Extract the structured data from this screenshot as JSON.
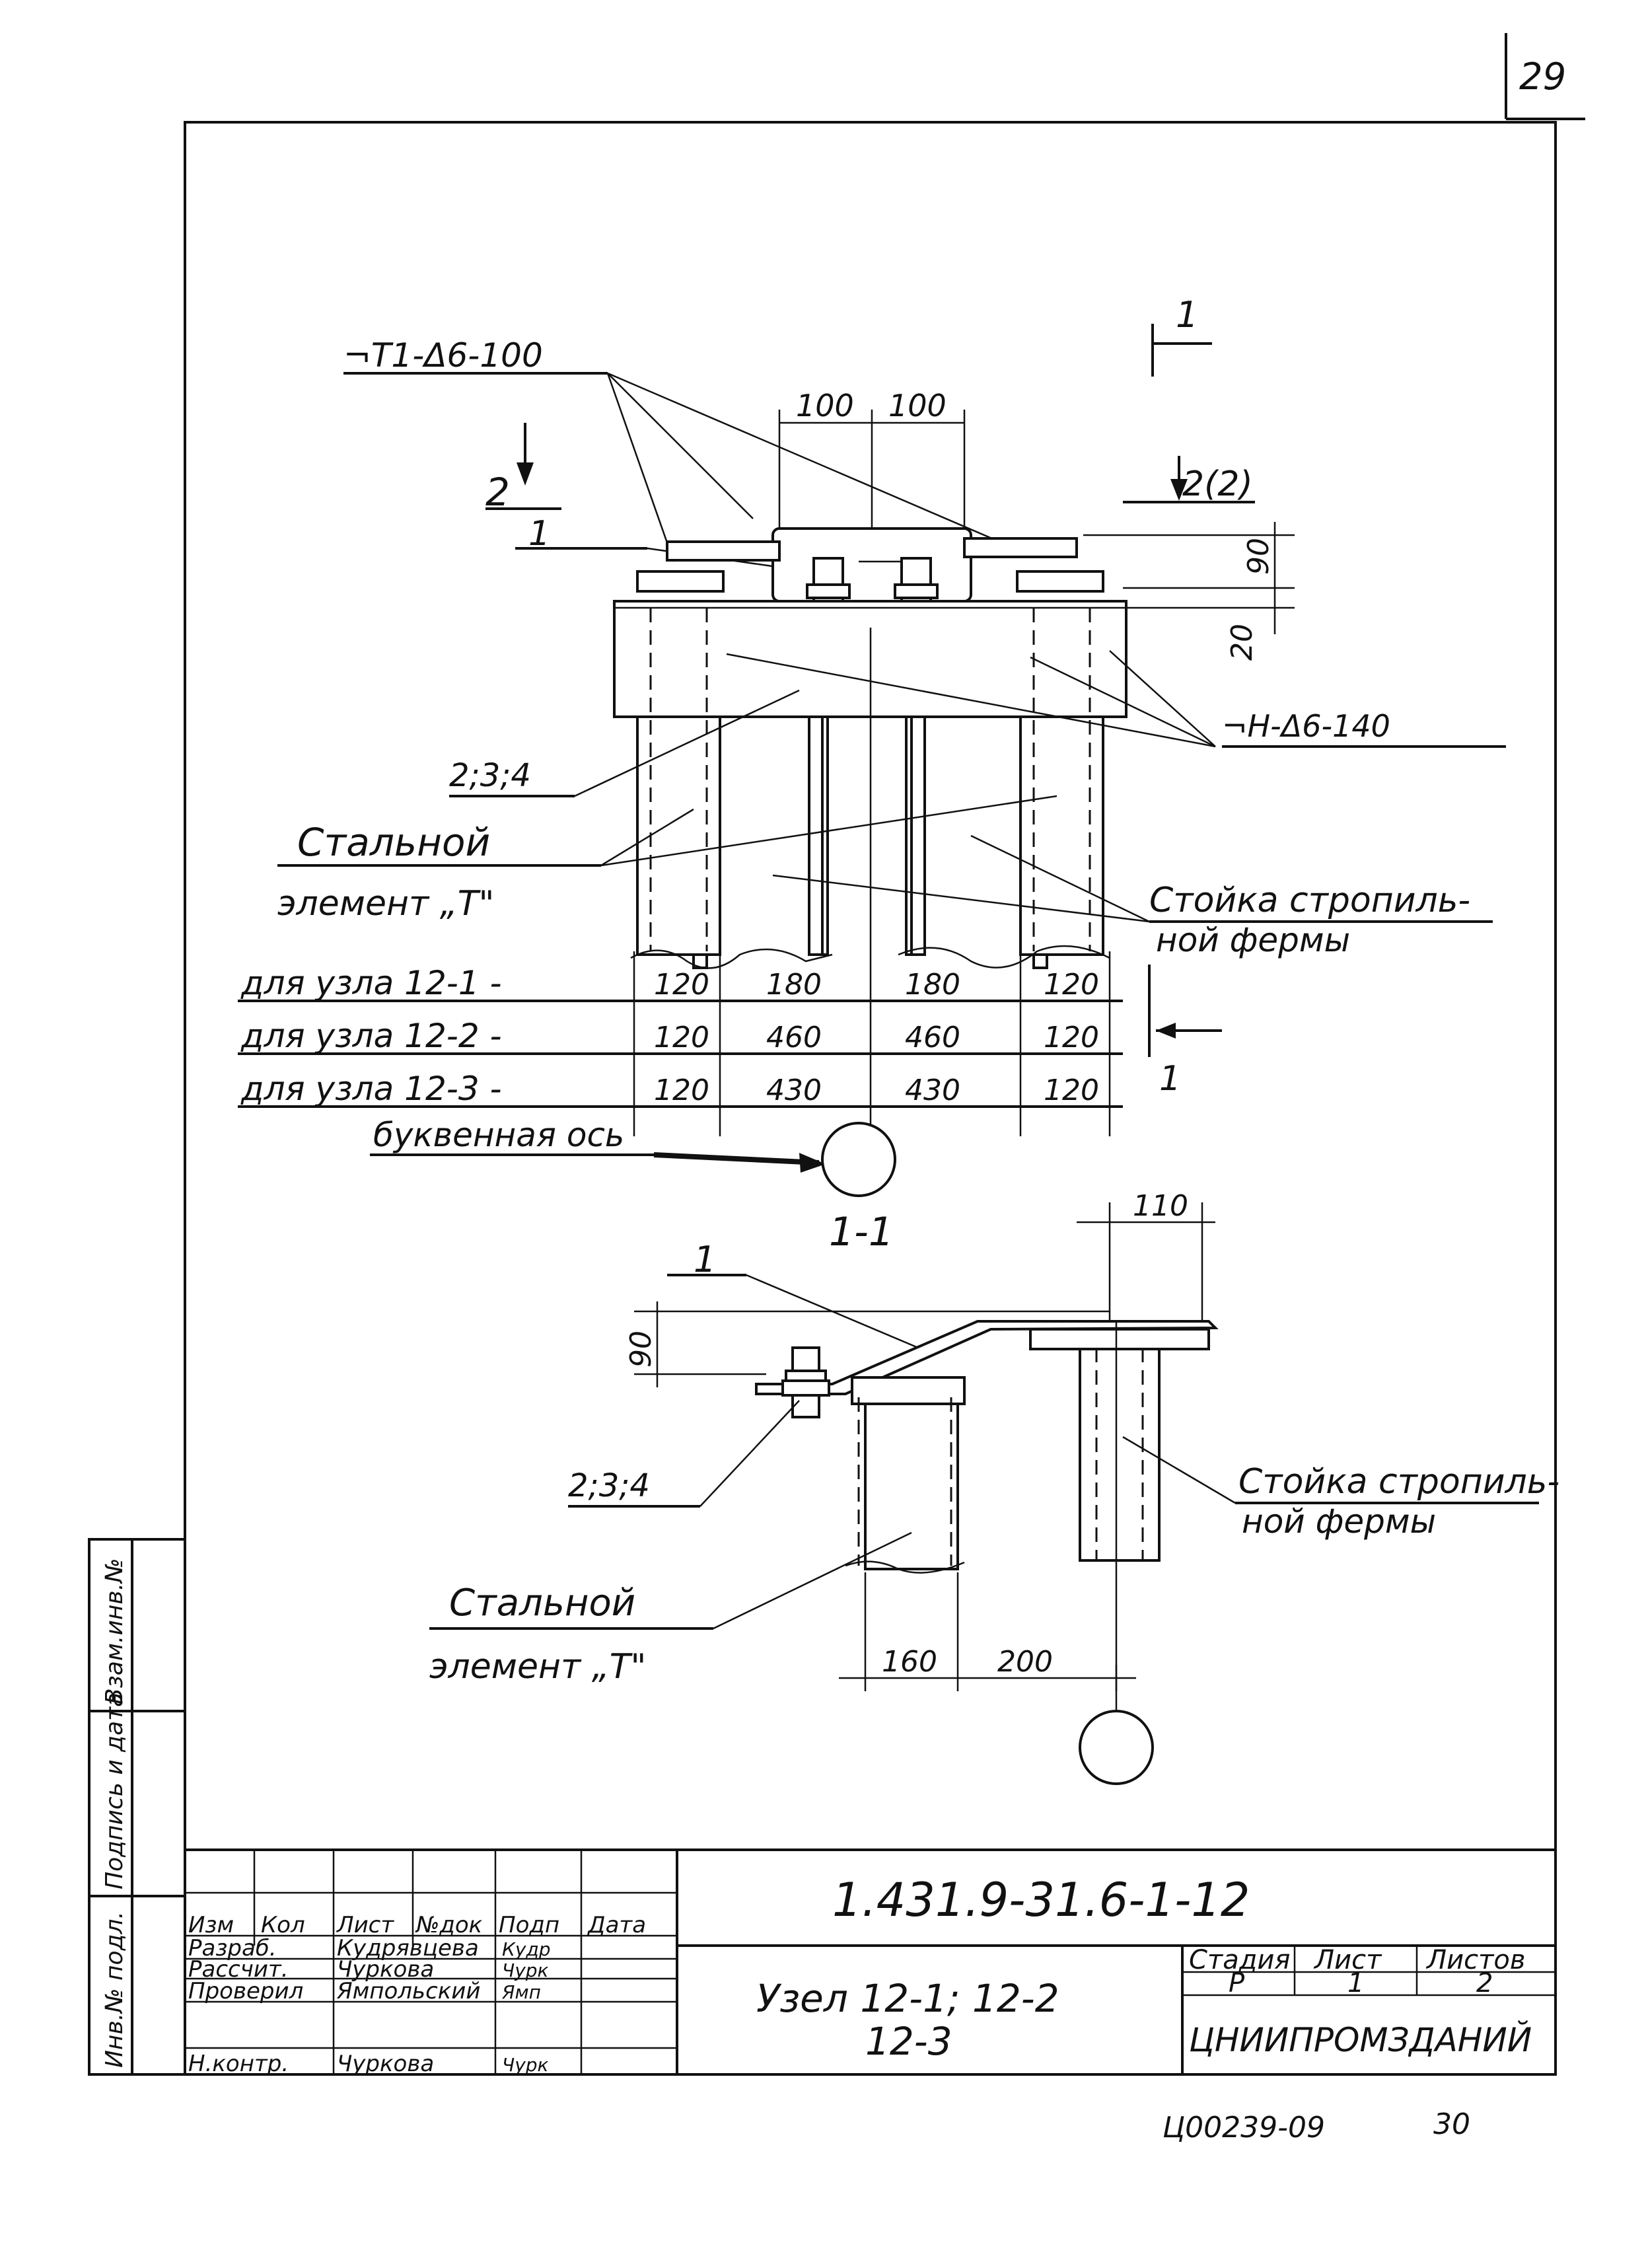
{
  "sheet_number": "29",
  "plan_view": {
    "callout_top": "¬Т1-Δ6-100",
    "callout_right": "¬Н-Δ6-140",
    "section_mark_1": "1",
    "section_mark_2": "2",
    "section_mark_2b": "2(2)",
    "pos_1": "1",
    "pos_234": "2;3;4",
    "dim_100_left": "100",
    "dim_100_right": "100",
    "dim_90": "90",
    "dim_20": "20",
    "label_steel_1": "Стальной",
    "label_steel_2": "элемент „Т\"",
    "label_truss_1": "Стойка стропиль-",
    "label_truss_2": "ной фермы",
    "axis_label": "буквенная ось",
    "section_marker_bottom": "1"
  },
  "dimension_table": [
    {
      "label": "для узла 12-1 -",
      "values": [
        "120",
        "180",
        "180",
        "120"
      ]
    },
    {
      "label": "для узла 12-2 -",
      "values": [
        "120",
        "460",
        "460",
        "120"
      ]
    },
    {
      "label": "для узла 12-3 -",
      "values": [
        "120",
        "430",
        "430",
        "120"
      ]
    }
  ],
  "section_view": {
    "title": "1-1",
    "pos_1": "1",
    "pos_234": "2;3;4",
    "dim_110": "110",
    "dim_90": "90",
    "dim_160": "160",
    "dim_200": "200",
    "label_truss_1": "Стойка стропиль-",
    "label_truss_2": "ной фермы",
    "label_steel_1": "Стальной",
    "label_steel_2": "элемент „Т\""
  },
  "side_stamp": {
    "inv_no": "Инв.№ подл.",
    "sign_date": "Подпись и дата",
    "replace_inv": "Взам.инв.№"
  },
  "title_block": {
    "doc_code": "1.431.9-31.6-1-12",
    "header_cols": [
      "Изм",
      "Кол",
      "Лист",
      "№док",
      "Подп",
      "Дата"
    ],
    "rows": [
      {
        "role": "Разраб.",
        "name": "Кудрявцева",
        "sig": "Кудр"
      },
      {
        "role": "Рассчит.",
        "name": "Чуркова",
        "sig": "Чурк"
      },
      {
        "role": "Проверил",
        "name": "Ямпольский",
        "sig": "Ямп"
      },
      {
        "role": "",
        "name": "",
        "sig": ""
      },
      {
        "role": "Н.контр.",
        "name": "Чуркова",
        "sig": "Чурк"
      }
    ],
    "title_line1": "Узел 12-1; 12-2",
    "title_line2": "12-3",
    "stage_header": "Стадия",
    "sheet_header": "Лист",
    "sheets_header": "Листов",
    "stage": "Р",
    "sheet": "1",
    "sheets": "2",
    "org": "ЦНИИПРОМЗДАНИЙ"
  },
  "archive_number": "Ц00239-09",
  "archive_page": "30"
}
